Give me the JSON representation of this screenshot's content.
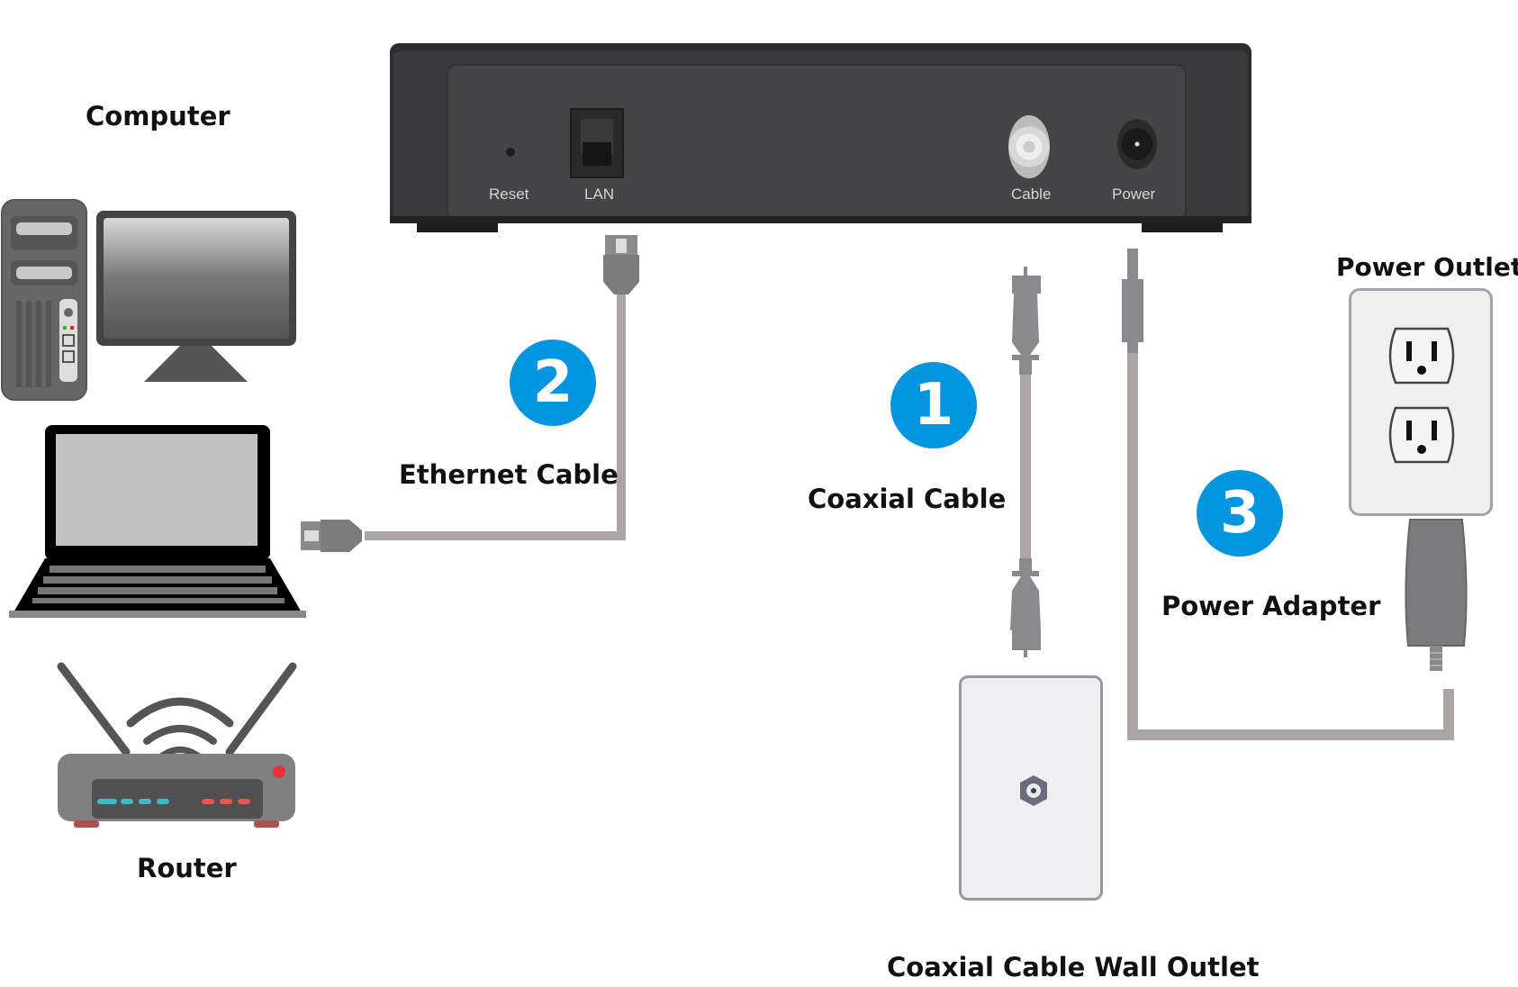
{
  "title": "Cable modem connection diagram",
  "modem": {
    "ports": [
      {
        "id": "reset",
        "label": "Reset"
      },
      {
        "id": "lan",
        "label": "LAN"
      },
      {
        "id": "cable",
        "label": "Cable"
      },
      {
        "id": "power",
        "label": "Power"
      }
    ]
  },
  "devices": {
    "computer_label": "Computer",
    "router_label": "Router"
  },
  "steps": [
    {
      "number": "1",
      "label": "Coaxial Cable"
    },
    {
      "number": "2",
      "label": "Ethernet Cable"
    },
    {
      "number": "3",
      "label": "Power Adapter"
    }
  ],
  "endpoints": {
    "wall_outlet_label": "Coaxial Cable Wall Outlet",
    "power_outlet_label": "Power Outlet"
  },
  "colors": {
    "badge": "#0295e0",
    "cable": "#aba6a4",
    "connector": "#8a8a8c",
    "modem_body": "#3a3a3c",
    "router_led_blue": "#3fb8c4",
    "router_led_red": "#e8544e"
  }
}
